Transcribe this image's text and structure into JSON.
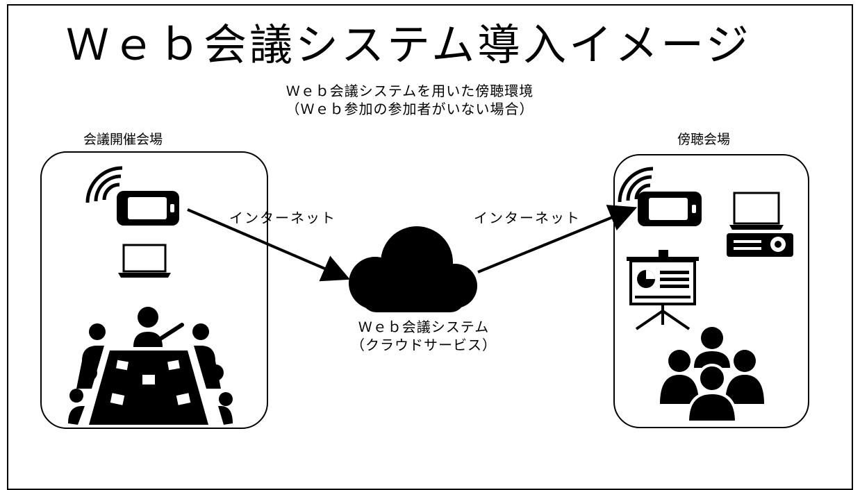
{
  "title": "Ｗｅｂ会議システム導入イメージ",
  "subtitle": {
    "line1": "Ｗｅｂ会議システムを用いた傍聴環境",
    "line2": "（Ｗｅｂ参加の参加者がいない場合）"
  },
  "left_venue": {
    "label": "会議開催会場"
  },
  "right_venue": {
    "label": "傍聴会場"
  },
  "links": {
    "left_label": "インターネット",
    "right_label": "インターネット"
  },
  "cloud": {
    "line1": "Ｗｅｂ会議システム",
    "line2": "（クラウドサービス）"
  },
  "icons": [
    "wireless-tablet-icon",
    "laptop-icon",
    "conference-table-icon",
    "cloud-icon",
    "projector-icon",
    "presentation-board-icon",
    "audience-icon"
  ],
  "colors": {
    "ink": "#000000",
    "background": "#ffffff"
  }
}
